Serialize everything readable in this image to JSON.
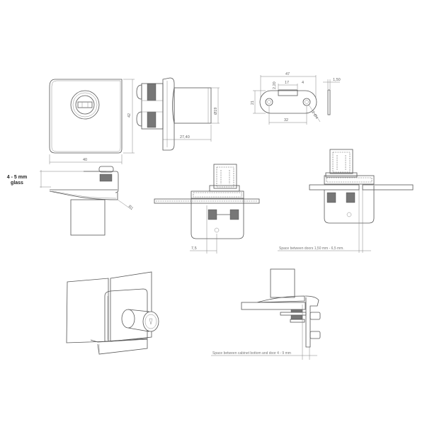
{
  "drawing": {
    "labels": {
      "glass_thickness_line1": "4 - 5 mm",
      "glass_thickness_line2": "glass"
    },
    "front_view": {
      "width_dim": "40",
      "height_dim": "42"
    },
    "side_view": {
      "diameter_dim": "Ø19",
      "depth_dim": "27,40"
    },
    "strike_plate": {
      "overall_width": "47",
      "slot_width": "17",
      "slot_offset": "4",
      "slot_height": "2,20",
      "height": "21",
      "hole_spacing": "32",
      "hole_dim": "2-Ø4",
      "thickness": "1,50"
    },
    "profile_view": {
      "radius_dim": "R1"
    },
    "section_single": {
      "offset_dim": "7,5"
    },
    "section_double": {
      "note": "Space between doors 1,50 mm - 6,5 mm."
    },
    "section_cabinet": {
      "note": "Space between cabinet bottom and door 4 - 9 mm"
    }
  }
}
